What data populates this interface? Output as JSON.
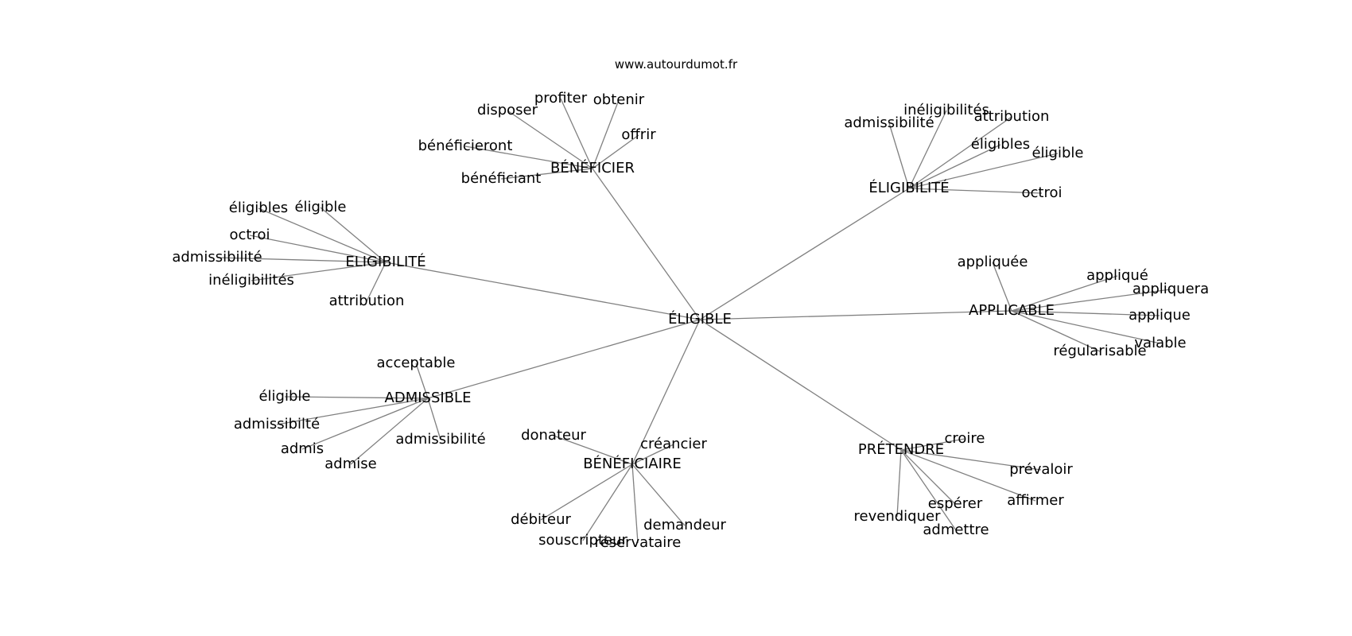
{
  "watermark": "www.autourdumot.fr",
  "graph": {
    "center": "ÉLIGIBLE",
    "clusters": [
      {
        "hub": "BÉNÉFICIER",
        "leaves": [
          "disposer",
          "profiter",
          "obtenir",
          "offrir",
          "bénéficieront",
          "bénéficiant"
        ]
      },
      {
        "hub": "ÉLIGIBILITÉ",
        "leaves": [
          "admissibilité",
          "inéligibilités",
          "attribution",
          "éligibles",
          "éligible",
          "octroi"
        ]
      },
      {
        "hub": "ELIGIBILITÉ",
        "leaves": [
          "éligibles",
          "éligible",
          "octroi",
          "admissibilité",
          "inéligibilités",
          "attribution"
        ]
      },
      {
        "hub": "APPLICABLE",
        "leaves": [
          "appliquée",
          "appliqué",
          "appliquera",
          "applique",
          "valable",
          "régularisable"
        ]
      },
      {
        "hub": "ADMISSIBLE",
        "leaves": [
          "acceptable",
          "éligible",
          "admissibilté",
          "admis",
          "admise",
          "admissibilité"
        ]
      },
      {
        "hub": "BÉNÉFICIAIRE",
        "leaves": [
          "donateur",
          "créancier",
          "débiteur",
          "souscripteur",
          "réservataire",
          "demandeur"
        ]
      },
      {
        "hub": "PRÉTENDRE",
        "leaves": [
          "croire",
          "prévaloir",
          "affirmer",
          "espérer",
          "admettre",
          "revendiquer"
        ]
      }
    ]
  }
}
